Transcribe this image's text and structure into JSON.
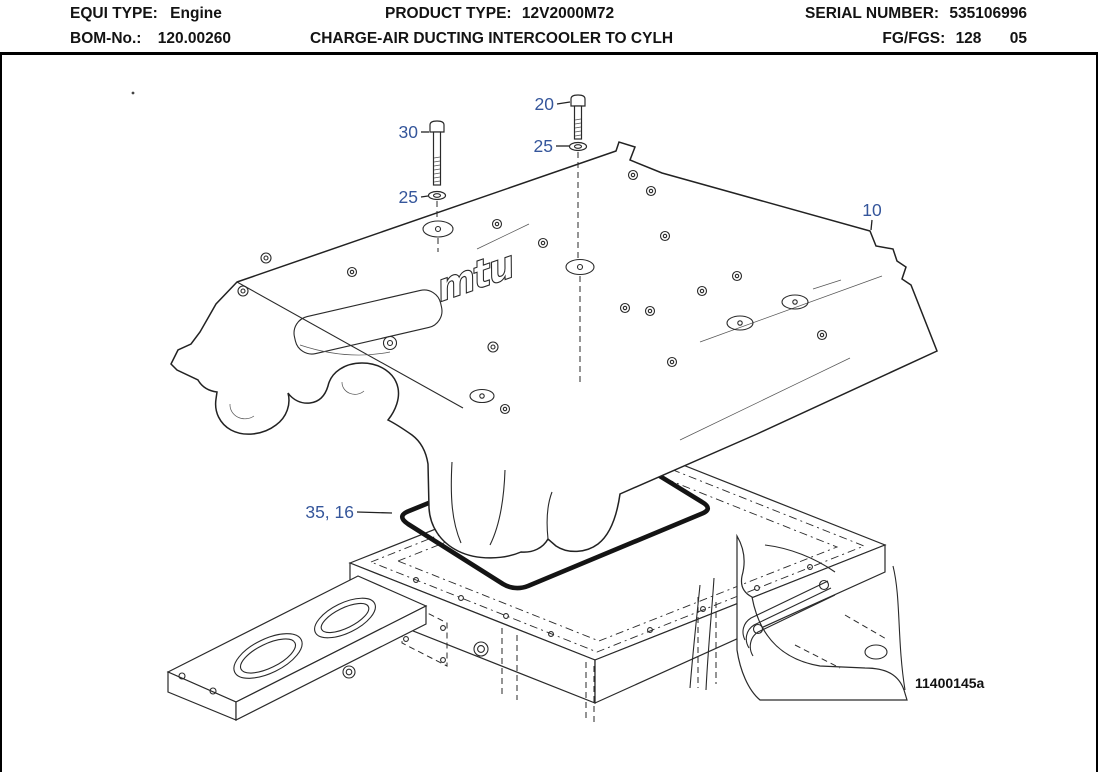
{
  "header": {
    "equi_label": "EQUI TYPE:",
    "equi_value": "Engine",
    "product_label": "PRODUCT TYPE:",
    "product_value": "12V2000M72",
    "serial_label": "SERIAL NUMBER:",
    "serial_value": "535106996",
    "bom_label": "BOM-No.:",
    "bom_value": "120.00260",
    "description": "CHARGE-AIR DUCTING INTERCOOLER TO CYLH",
    "fg_label": "FG/FGS:",
    "fg_value": "128",
    "fg_suffix": "05"
  },
  "diagram": {
    "figure_id": "11400145a",
    "logo_text": "mtu",
    "callout_color": "#35569B",
    "callouts": {
      "bolt_right": "20",
      "washer_right": "25",
      "bolt_left": "30",
      "washer_left": "25",
      "cover": "10",
      "gasket": "35, 16"
    }
  }
}
